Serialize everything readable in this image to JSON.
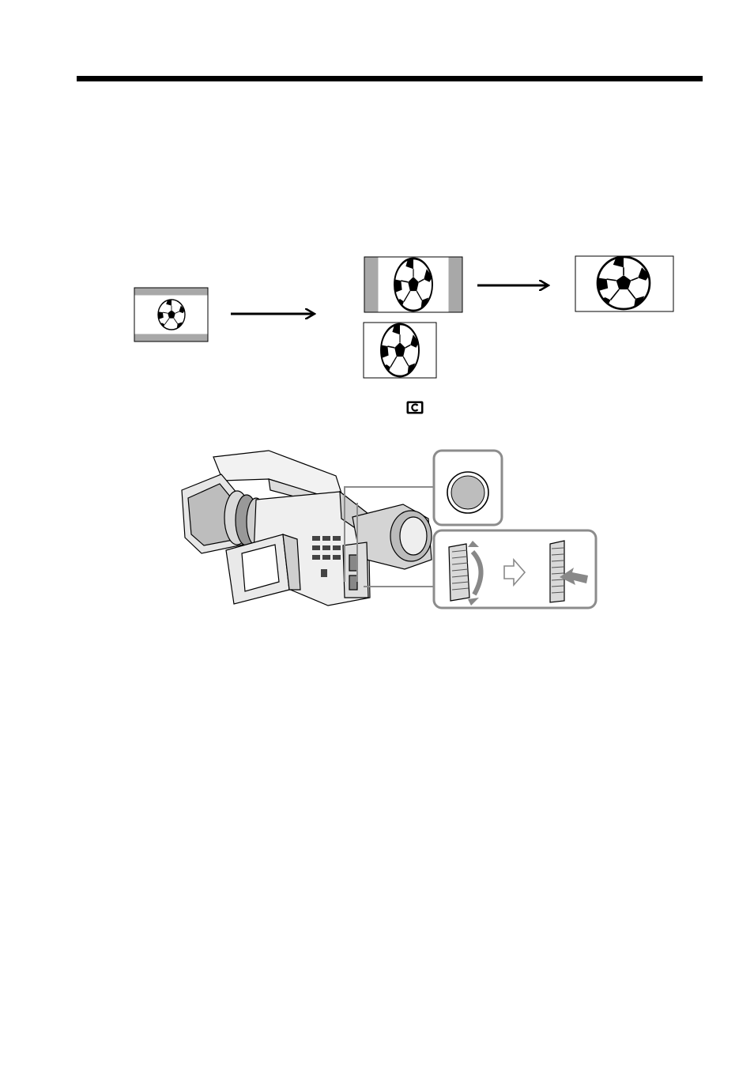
{
  "page": {
    "header_rule": true
  },
  "figure_top": {
    "panels": [
      {
        "name": "source-letterbox-frame",
        "mode": "letterbox"
      },
      {
        "name": "squeezed-frame",
        "mode": "pillarbox"
      },
      {
        "name": "vertical-stretch-frame",
        "mode": "narrow"
      },
      {
        "name": "wide-result-frame",
        "mode": "full-wide"
      }
    ],
    "arrows": 2
  },
  "inline_icon": {
    "name": "cinema-mode-icon",
    "glyph": "C"
  },
  "figure_bottom": {
    "callouts": [
      "button-detail",
      "dial-detail"
    ],
    "colors": {
      "line": "#000000",
      "accent_gray": "#a0a0a0",
      "callout_border": "#8c8c8c"
    }
  }
}
